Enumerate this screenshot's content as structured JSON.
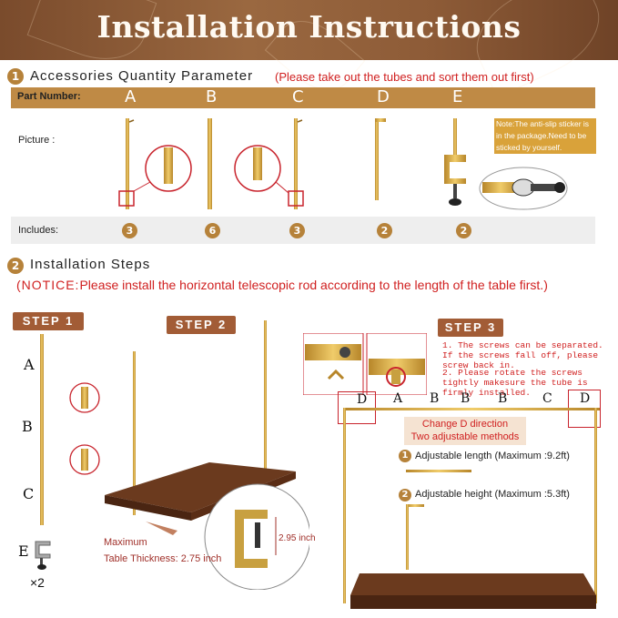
{
  "header": {
    "title": "Installation Instructions"
  },
  "section1": {
    "number": "1",
    "title": "Accessories Quantity Parameter",
    "note": "(Please take out the tubes and sort them out first)",
    "part_number_label": "Part Number:",
    "picture_label": "Picture :",
    "includes_label": "Includes:",
    "parts": [
      {
        "letter": "A",
        "qty": "3"
      },
      {
        "letter": "B",
        "qty": "6"
      },
      {
        "letter": "C",
        "qty": "3"
      },
      {
        "letter": "D",
        "qty": "2"
      },
      {
        "letter": "E",
        "qty": "2"
      }
    ],
    "sticker_note": "Note:The anti-slip sticker is in the package.Need to be sticked by yourself."
  },
  "section2": {
    "number": "2",
    "title": "Installation Steps",
    "notice_prefix": "(NOTICE:",
    "notice_text": "Please install the horizontal telescopic rod according to the length of the table first.)"
  },
  "step1": {
    "label": "STEP 1",
    "letters": [
      "A",
      "B",
      "C",
      "E"
    ],
    "multiplier": "×2"
  },
  "step2": {
    "label": "STEP 2",
    "max_label": "Maximum",
    "thickness_label": "Table Thickness: 2.75 inch",
    "clamp_dim": "2.95 inch"
  },
  "step3": {
    "label": "STEP 3",
    "note1": "1. The screws can be separated. If the screws fall off, please screw back in.",
    "note2": "2. Please rotate the screws tightly makesure the tube is firmly installed.",
    "sequence": [
      "D",
      "A",
      "B",
      "B",
      "B",
      "C",
      "D"
    ],
    "change_line1": "Change D direction",
    "change_line2": "Two adjustable methods",
    "methods": [
      {
        "number": "1",
        "text": "Adjustable length (Maximum :9.2ft)"
      },
      {
        "number": "2",
        "text": "Adjustable height (Maximum :5.3ft)"
      }
    ]
  },
  "colors": {
    "gold": "#d4a636",
    "brown_header": "#8d5b37",
    "accent_red": "#d02020",
    "table_wood": "#6b3a1e",
    "badge": "#b6823a"
  }
}
